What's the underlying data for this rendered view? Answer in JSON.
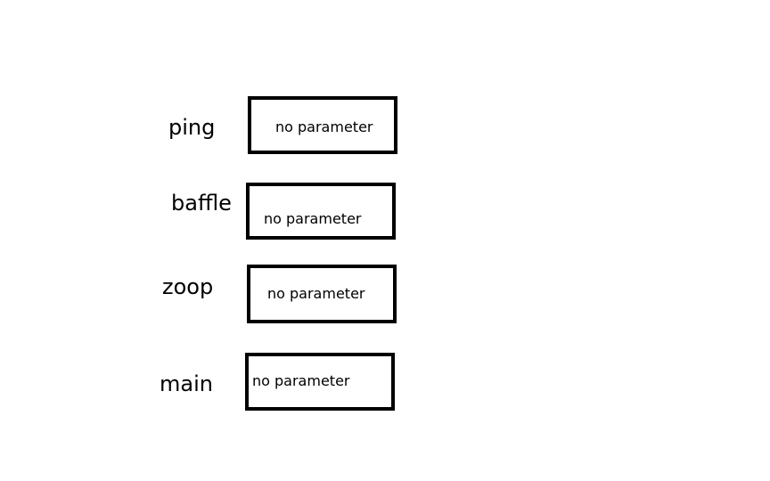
{
  "rows": [
    {
      "label": "ping",
      "box_text": "no parameter"
    },
    {
      "label": "baffle",
      "box_text": "no parameter"
    },
    {
      "label": "zoop",
      "box_text": "no parameter"
    },
    {
      "label": "main",
      "box_text": "no parameter"
    }
  ]
}
